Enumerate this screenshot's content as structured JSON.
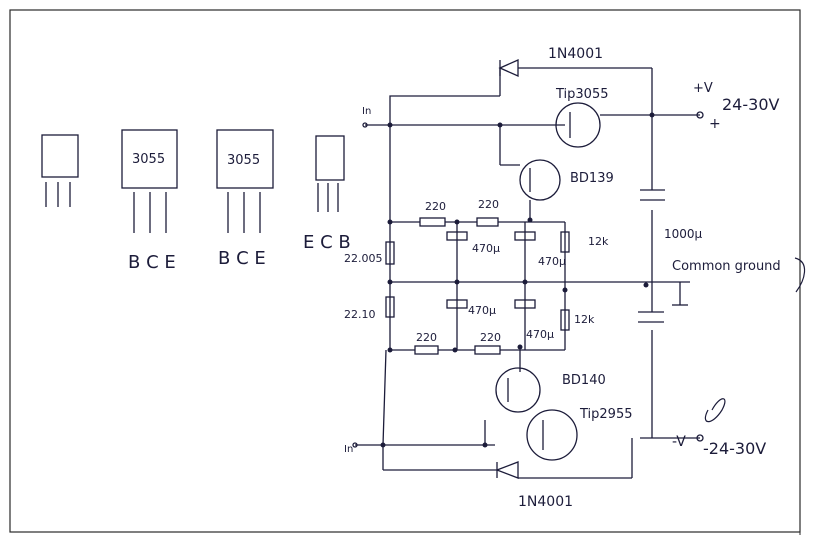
{
  "labels": {
    "d_top": "1N4001",
    "d_bottom": "1N4001",
    "tip3055": "Tip3055",
    "tip2955": "Tip2955",
    "bd139": "BD139",
    "bd140": "BD140",
    "vplus_sign": "+V",
    "vplus_range": "24-30V",
    "plus": "+",
    "vminus_sign": "-V",
    "vminus_range": "-24-30V",
    "common_ground": "Common ground",
    "cap_1000u": "1000µ",
    "r_220_a": "220",
    "r_220_b": "220",
    "r_220_c": "220",
    "r_220_d": "220",
    "c_470u_a": "470µ",
    "c_470u_b": "470µ",
    "c_470u_c": "470µ",
    "c_470u_d": "470µ",
    "r_12k_a": "12k",
    "r_12k_b": "12k",
    "r_22_005": "22.005",
    "r_22_10": "22.10",
    "in_top": "In",
    "in_bottom": "In",
    "pin_bce_1": "B C E",
    "pin_bce_2": "B C E",
    "pin_ecb": "E C B",
    "pkg_label_1": "3055",
    "pkg_label_2": "3055"
  }
}
